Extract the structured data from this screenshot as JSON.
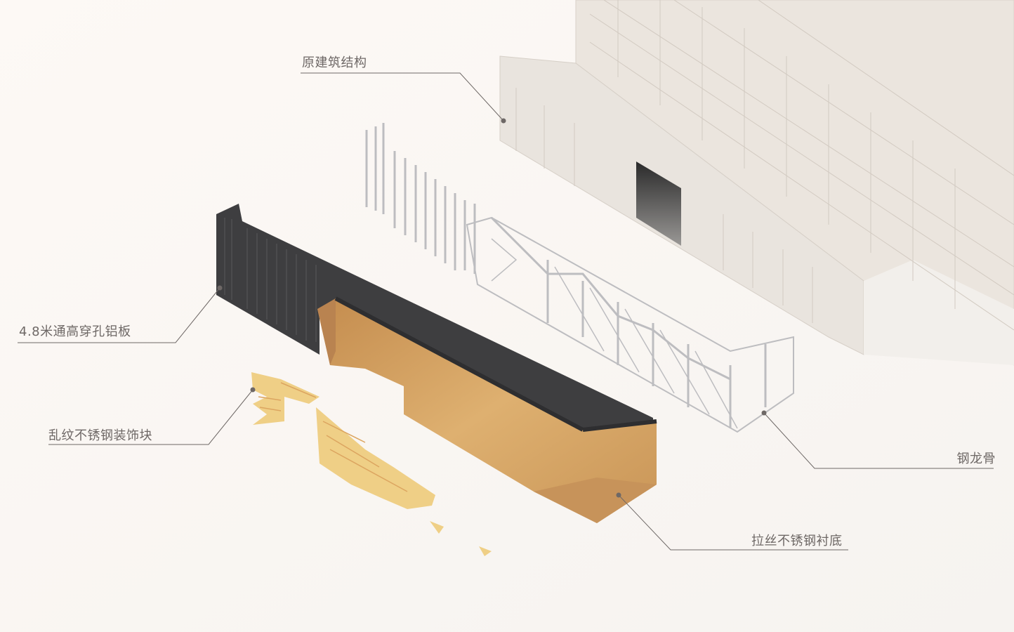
{
  "labels": {
    "original_structure": "原建筑结构",
    "perforated_panel": "4.8米通高穿孔铝板",
    "decorative_blocks": "乱纹不锈钢装饰块",
    "steel_keel": "钢龙骨",
    "brushed_base": "拉丝不锈钢衬底"
  },
  "colors": {
    "background": "#fbf8f5",
    "label_text": "#6e6866",
    "leader_line": "#6e6866",
    "building": "#ece6df",
    "panel_dark": "#3c3c3e",
    "gold": "#d3a266",
    "yellow_blocks": "#efcf86",
    "steel": "#c9c9cb"
  }
}
